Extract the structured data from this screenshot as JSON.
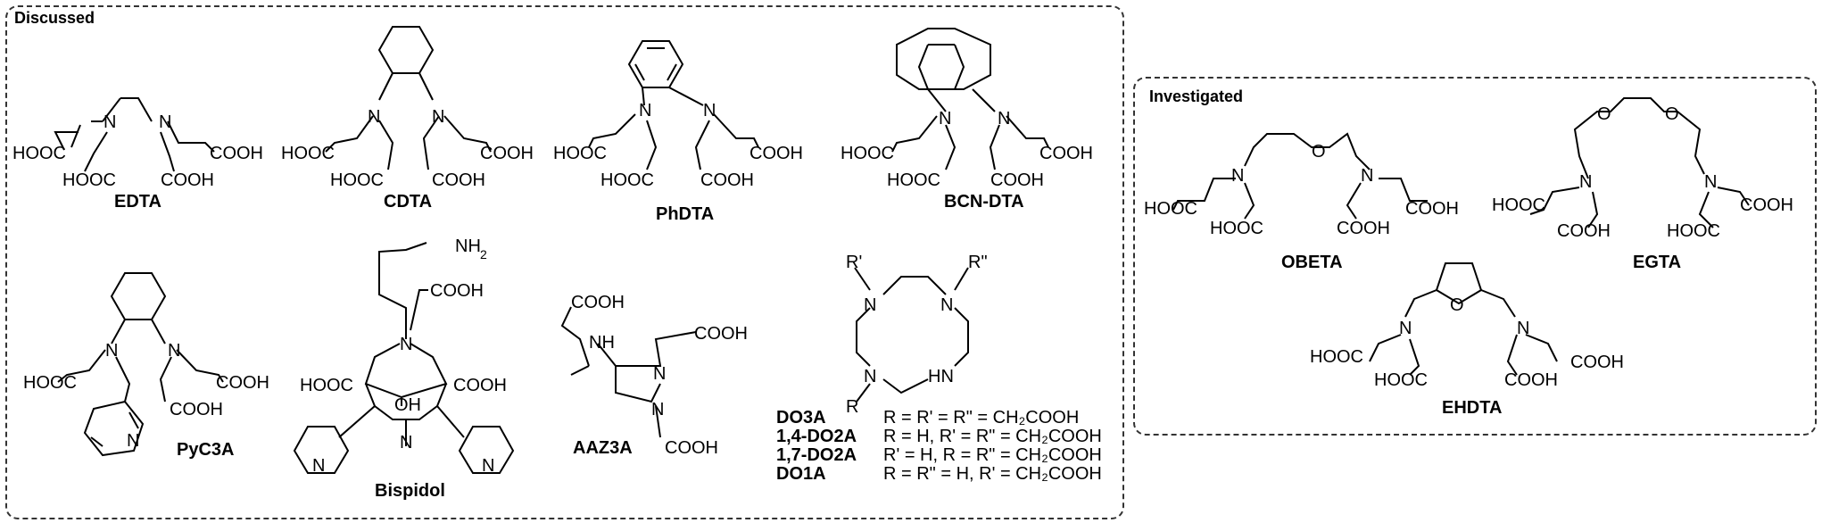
{
  "panels": {
    "discussed": "Discussed",
    "investigated": "Investigated"
  },
  "compounds": {
    "edta": "EDTA",
    "cdta": "CDTA",
    "phdta": "PhDTA",
    "bcndta": "BCN-DTA",
    "pyc3a": "PyC3A",
    "bispidol": "Bispidol",
    "aaz3a": "AAZ3A",
    "obeta": "OBETA",
    "egta": "EGTA",
    "ehdta": "EHDTA"
  },
  "groups": {
    "cooh": "COOH",
    "hooc": "HOOC",
    "n": "N",
    "o": "O",
    "nh": "NH",
    "hn": "HN",
    "oh": "OH",
    "nh2": "NH",
    "nh2_sub": "2",
    "r": "R",
    "r1": "R'",
    "r2": "R\""
  },
  "do_table": [
    {
      "name": "DO3A",
      "def": "R = R' = R\" = CH₂COOH"
    },
    {
      "name": "1,4-DO2A",
      "def": "R = H, R' = R\" = CH₂COOH"
    },
    {
      "name": "1,7-DO2A",
      "def": "R' = H, R = R\" = CH₂COOH"
    },
    {
      "name": "DO1A",
      "def": "R = R\" = H, R' = CH₂COOH"
    }
  ]
}
